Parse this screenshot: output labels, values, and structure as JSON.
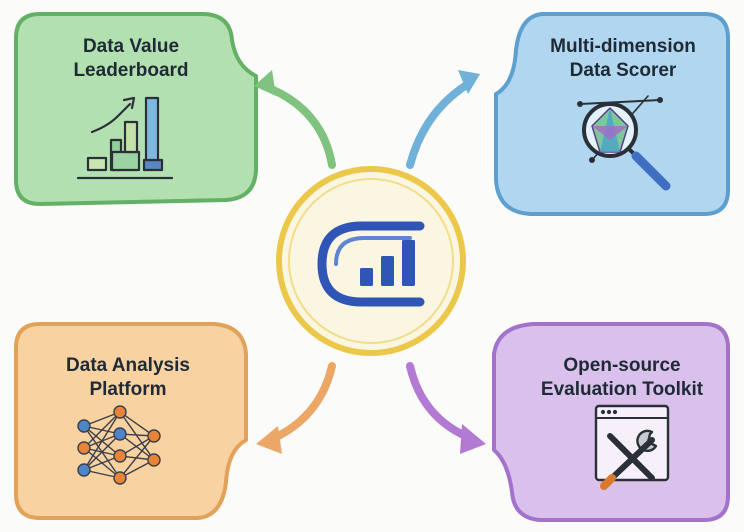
{
  "cards": [
    {
      "id": "leaderboard",
      "title_lines": [
        "Data Value",
        "Leaderboard"
      ],
      "icon": "bar-chart-growth-icon",
      "fill": "#b3e0b0",
      "stroke": "#63b066",
      "arrow": "#7fc37f"
    },
    {
      "id": "scorer",
      "title_lines": [
        "Multi-dimension",
        "Data Scorer"
      ],
      "icon": "magnifier-radar-icon",
      "fill": "#b0d7ef",
      "stroke": "#5d9fcf",
      "arrow": "#6fb1d9"
    },
    {
      "id": "platform",
      "title_lines": [
        "Data Analysis",
        "Platform"
      ],
      "icon": "neural-network-icon",
      "fill": "#f8d2a1",
      "stroke": "#e3a25a",
      "arrow": "#eba765"
    },
    {
      "id": "toolkit",
      "title_lines": [
        "Open-source",
        "Evaluation Toolkit"
      ],
      "icon": "wrench-screwdriver-window-icon",
      "fill": "#d9c1ec",
      "stroke": "#a272cc",
      "arrow": "#b27ad3"
    }
  ],
  "center": {
    "icon": "data-logo-icon",
    "fill": "#fbf6e2",
    "ring": "#ebc84a",
    "blue": "#2f56b6"
  }
}
